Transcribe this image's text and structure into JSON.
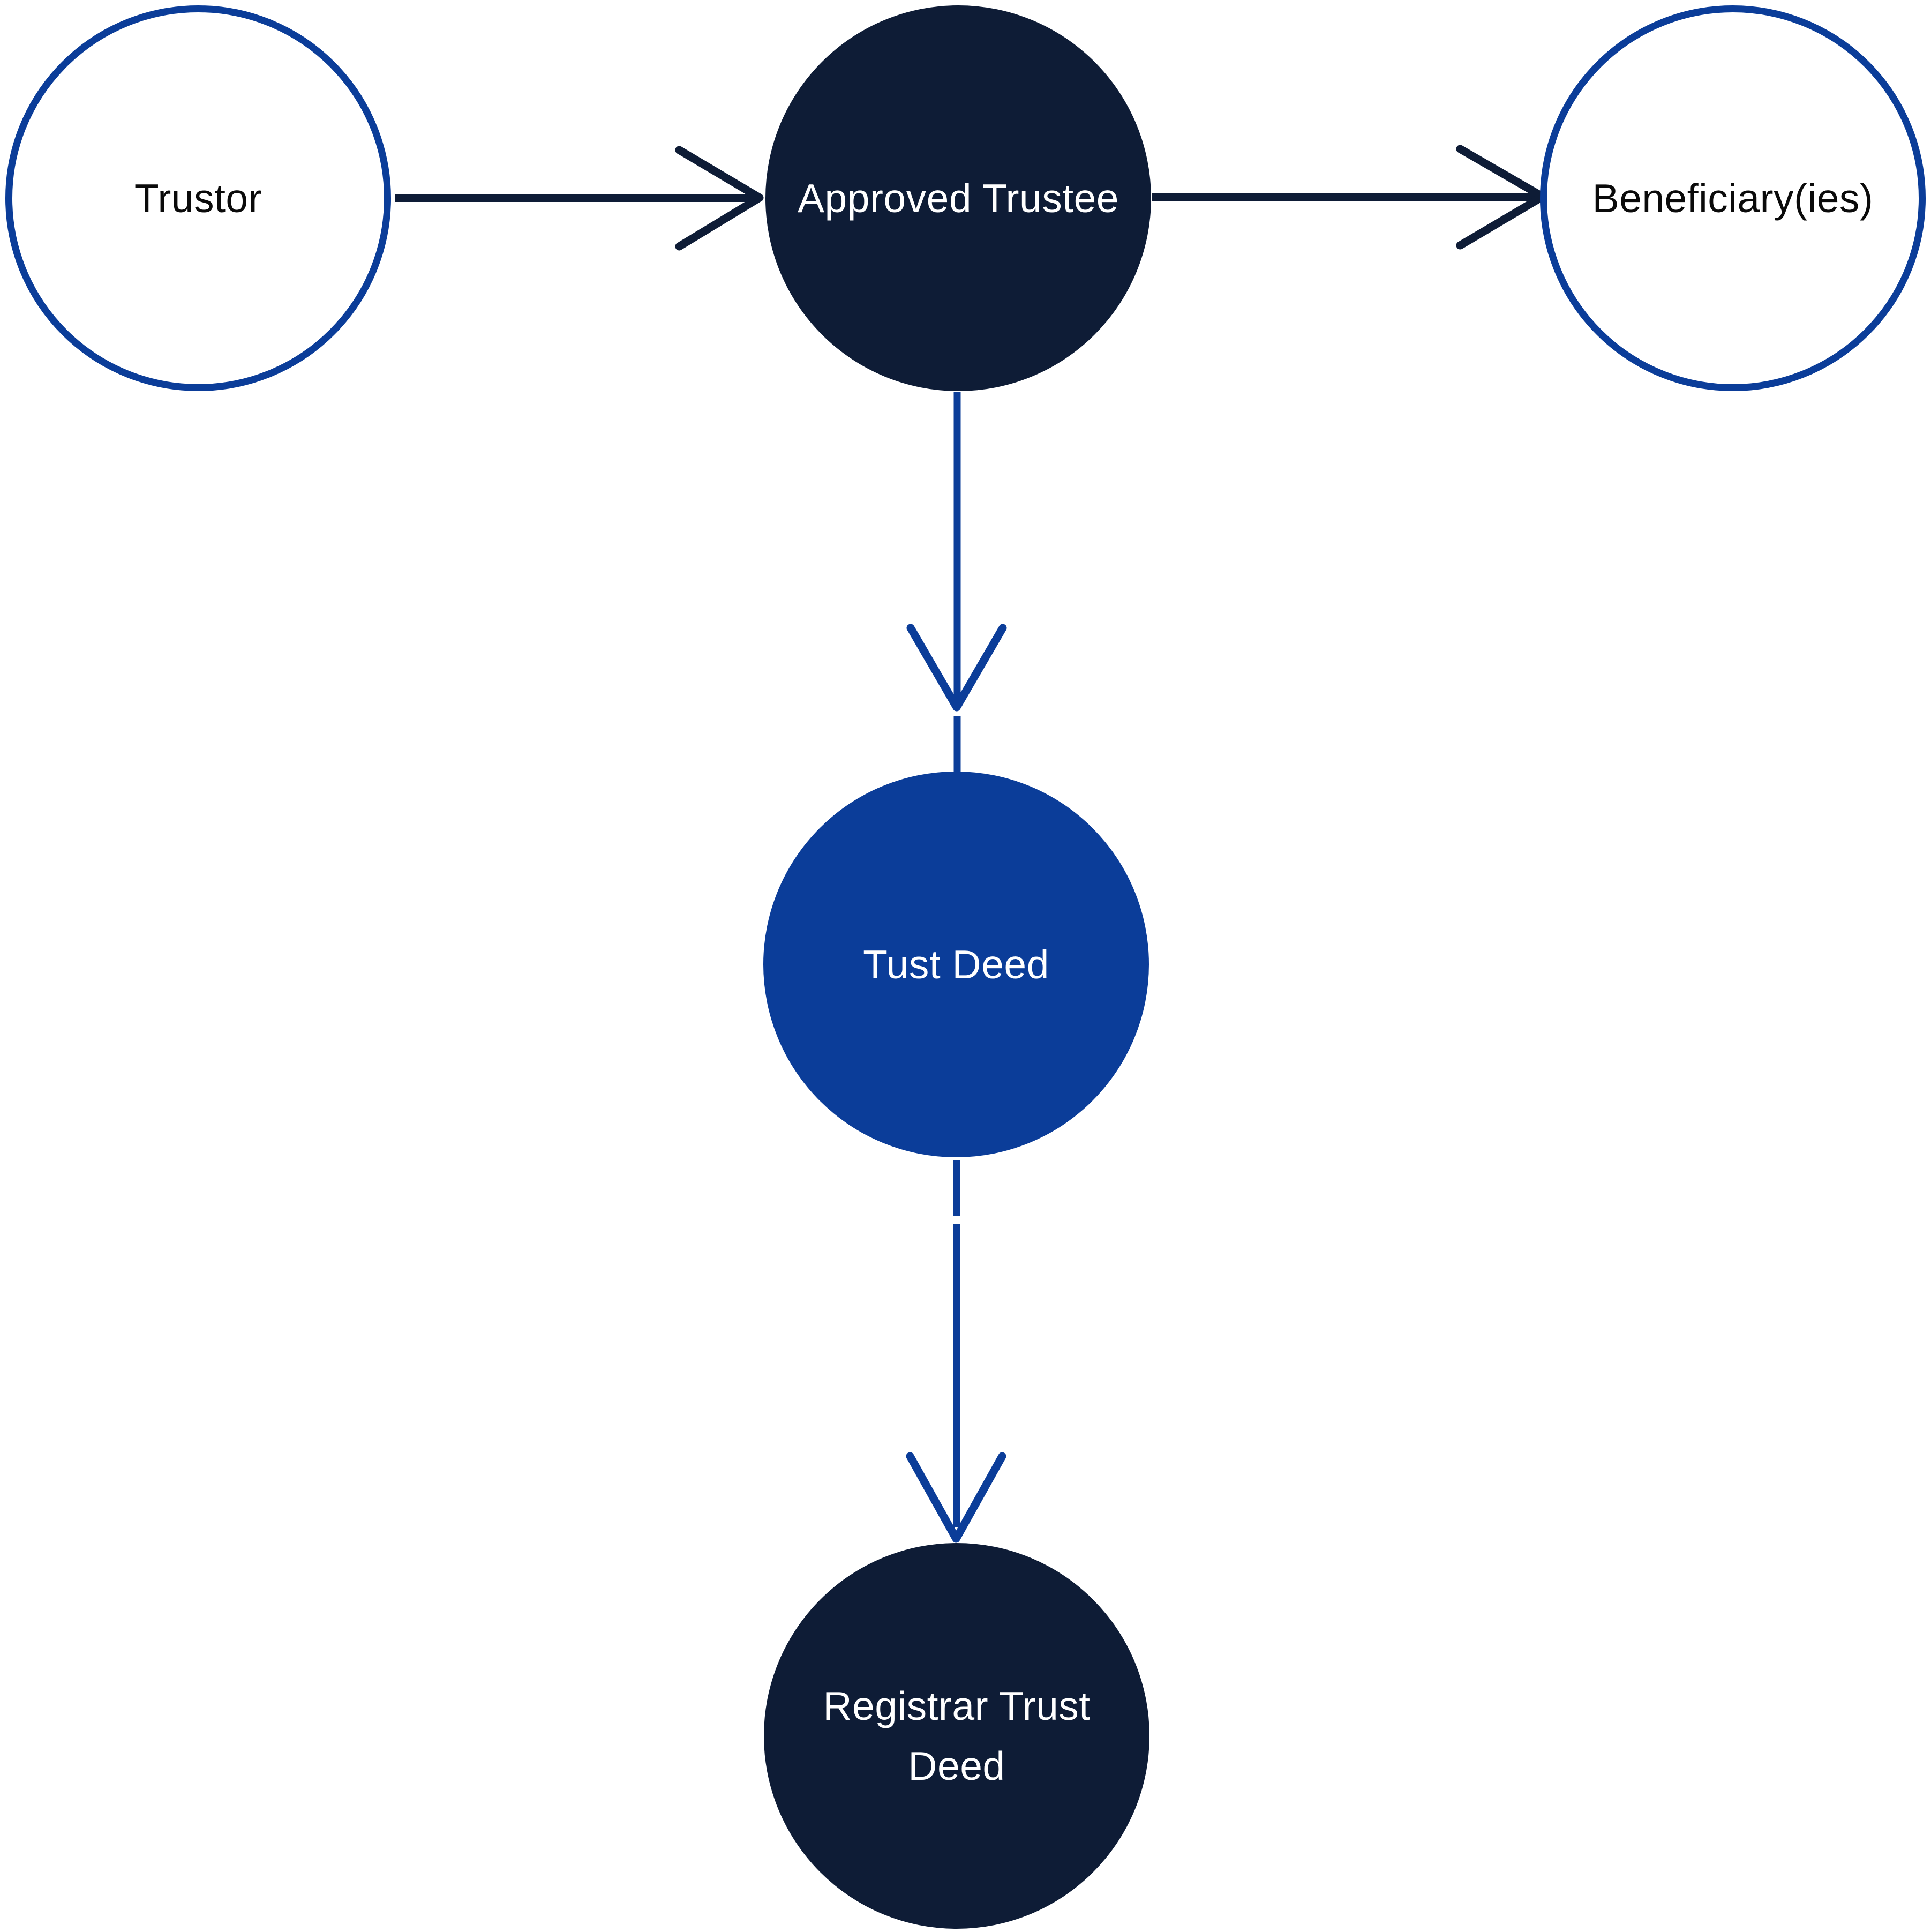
{
  "colors": {
    "navy": "#0E1C36",
    "blue": "#0B3D99",
    "background": "#FFFFFF",
    "text_dark": "#0A0A0A",
    "text_light": "#FFFFFF"
  },
  "nodes": {
    "trustor": {
      "label": "Trustor",
      "style": "outline-blue-on-white"
    },
    "approved_trustee": {
      "label": "Approved Trustee",
      "style": "filled-navy"
    },
    "beneficiaries": {
      "label": "Beneficiary(ies)",
      "style": "outline-blue-on-white"
    },
    "trust_deed": {
      "label": "Tust Deed",
      "style": "filled-blue"
    },
    "registrar_trust_deed": {
      "label": "Registrar Trust Deed",
      "style": "filled-navy"
    }
  },
  "edges": [
    {
      "from": "Trustor",
      "to": "Approved Trustee",
      "direction": "right",
      "color": "#0E1C36",
      "head": "open-chevron"
    },
    {
      "from": "Approved Trustee",
      "to": "Beneficiary(ies)",
      "direction": "right",
      "color": "#0E1C36",
      "head": "open-chevron"
    },
    {
      "from": "Approved Trustee",
      "to": "Tust Deed",
      "direction": "down",
      "color": "#0B3D99",
      "head": "open-chevron"
    },
    {
      "from": "Tust Deed",
      "to": "Registrar Trust Deed",
      "direction": "down",
      "color": "#0B3D99",
      "head": "open-chevron"
    }
  ]
}
